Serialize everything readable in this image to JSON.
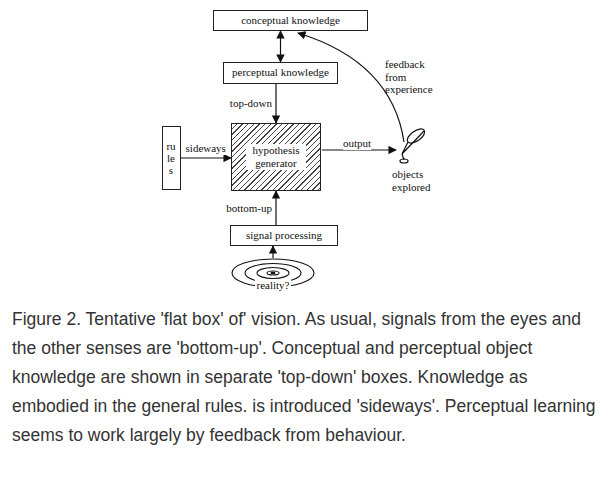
{
  "diagram": {
    "caption": "Figure 2. Tentative 'flat box' of' vision. As usual, signals from the eyes and the other senses are 'bottom-up'. Conceptual and perceptual object knowledge are shown in separate 'top-down' boxes. Knowledge as embodied in the general rules. is introduced 'sideways'. Perceptual learning seems to work largely by feedback from behaviour.",
    "nodes": [
      {
        "text": [
          "conceptual knowledge"
        ]
      },
      {
        "text": [
          "perceptual knowledge"
        ]
      },
      {
        "text": [
          "rules"
        ]
      },
      {
        "text": [
          "hypothesis generator"
        ]
      },
      {
        "text": [
          "signal processing"
        ]
      },
      {
        "text": [
          "reality?"
        ]
      }
    ],
    "edges": [
      {
        "from": 1,
        "to": 0,
        "arrow": "both"
      },
      {
        "from": 1,
        "to": 3,
        "label": "top-down",
        "arrow": "to"
      },
      {
        "from": 2,
        "to": 3,
        "label": "sideways",
        "arrow": "to"
      },
      {
        "from": 4,
        "to": 3,
        "label": "bottom-up",
        "arrow": "to"
      },
      {
        "from": 5,
        "to": 4,
        "arrow": "to"
      }
    ],
    "labels": [
      "output",
      "feedback from experience",
      "objects explored"
    ]
  }
}
